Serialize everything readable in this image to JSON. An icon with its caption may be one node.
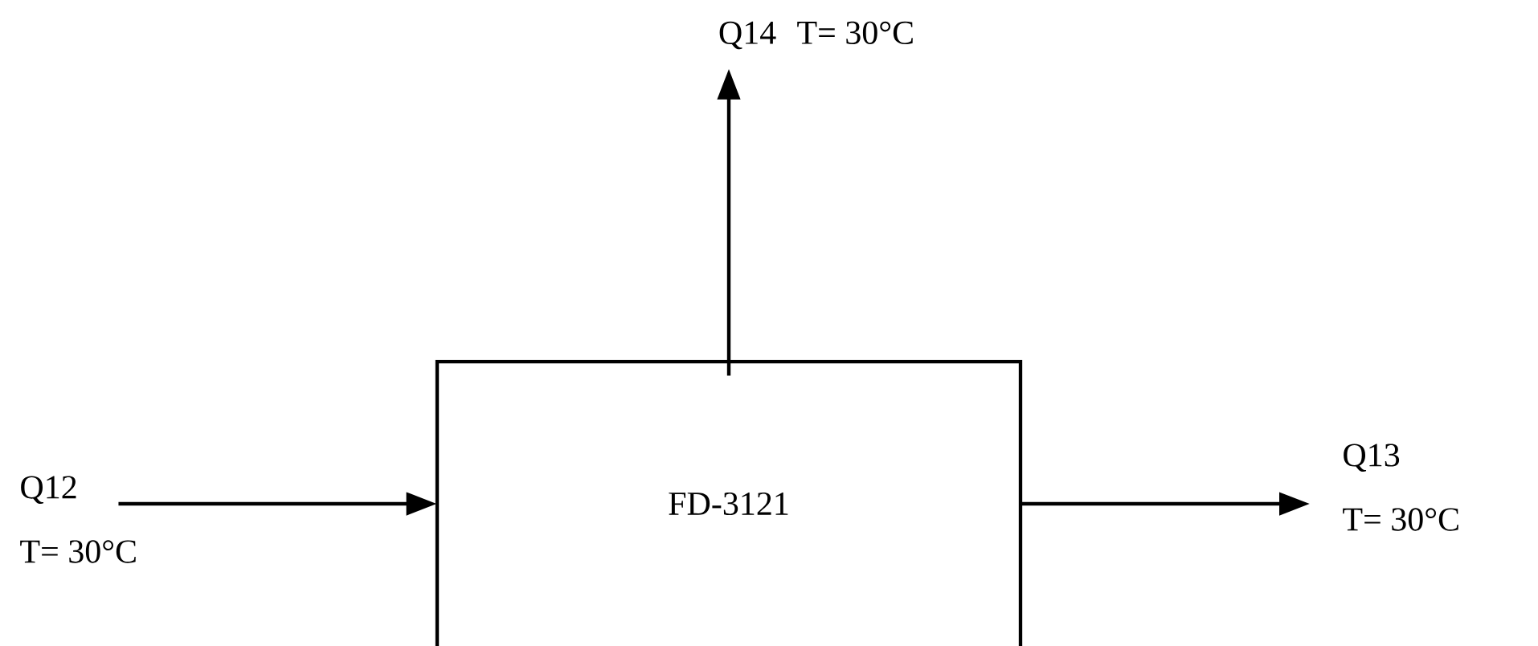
{
  "diagram": {
    "nodes": [
      {
        "text": [
          "FD-3121"
        ]
      },
      {
        "text": [
          "Q12",
          "T= 30°C"
        ]
      },
      {
        "text": [
          "Q13",
          "T= 30°C"
        ]
      },
      {
        "text": [
          "Q14",
          "T= 30°C"
        ]
      }
    ],
    "edges": [
      {
        "from": 1,
        "to": 0,
        "arrow": "to"
      },
      {
        "from": 0,
        "to": 2,
        "arrow": "to"
      },
      {
        "from": 0,
        "to": 3,
        "arrow": "to"
      }
    ]
  }
}
